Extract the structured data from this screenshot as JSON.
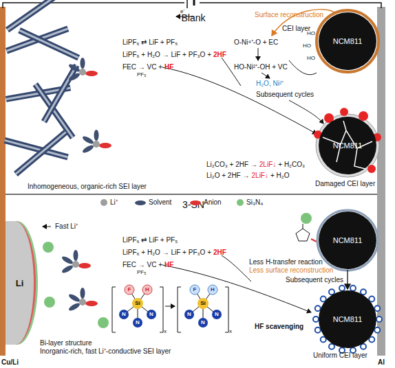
{
  "diagram": {
    "nodes": [
      {
        "text": [
          "Blank"
        ]
      },
      {
        "text": [
          "3-SN"
        ]
      },
      {
        "text": [
          "NCM811"
        ],
        "in": 0
      },
      {
        "text": [
          "NCM811"
        ],
        "in": 0
      },
      {
        "text": [
          "NCM811"
        ],
        "in": 1
      },
      {
        "text": [
          "NCM811"
        ],
        "in": 1
      },
      {
        "text": [
          "Li"
        ],
        "in": 1
      }
    ],
    "edges": [
      {
        "from": 4,
        "to": 5,
        "arrow": "to",
        "label": "Subsequent cycles"
      }
    ],
    "labels": [
      "e⁻",
      "LiPF₆ ⇄ LiF + PF₅",
      "LiPF₆ + H₂O → LiF + PF₃O +",
      "2HF",
      "FEC → VC +",
      "HF",
      "PF₅",
      "Surface reconstruction",
      "CEI layer",
      "O-Ni⁴⁺-O + EC",
      "HO-Ni²⁺-OH + VC",
      "HO",
      "HO",
      "HO",
      "H₂O, Ni²⁺",
      "Subsequent cycles",
      "Li₂CO₃ + 2HF →",
      "2LiF↓",
      "+ H₂CO₃",
      "Li₂O + 2HF →",
      "2LiF↓",
      "+ H₂O",
      "Damaged CEI layer",
      "Inhomogeneous, organic-rich SEI layer",
      "Fast Li⁺",
      "LiPF₆ ⇄ LiF + PF₅",
      "LiPF₆ + H₂O → LiF + PF₃O +",
      "2HF",
      "FEC → VC +",
      "HF",
      "PF₅",
      "F",
      "H",
      "Si",
      "N",
      "N",
      "N",
      "x",
      "F",
      "H",
      "Si",
      "N",
      "N",
      "N",
      "x",
      "Less H-transfer reaction",
      "Less surface reconstruction",
      "HF scavenging",
      "Uniform CEI layer",
      "Bi-layer structure",
      "Inorganic-rich, fast Li⁺-conductive SEI layer",
      "Cu/Li",
      "Al"
    ],
    "legend": [
      {
        "text": "Li⁺",
        "color": "#9e9e9e"
      },
      {
        "text": "Solvent",
        "color": "#3f4f70"
      },
      {
        "text": "Anion",
        "color": "#e03030"
      },
      {
        "text": "Si₃N₄",
        "color": "#7cc47c"
      }
    ]
  }
}
